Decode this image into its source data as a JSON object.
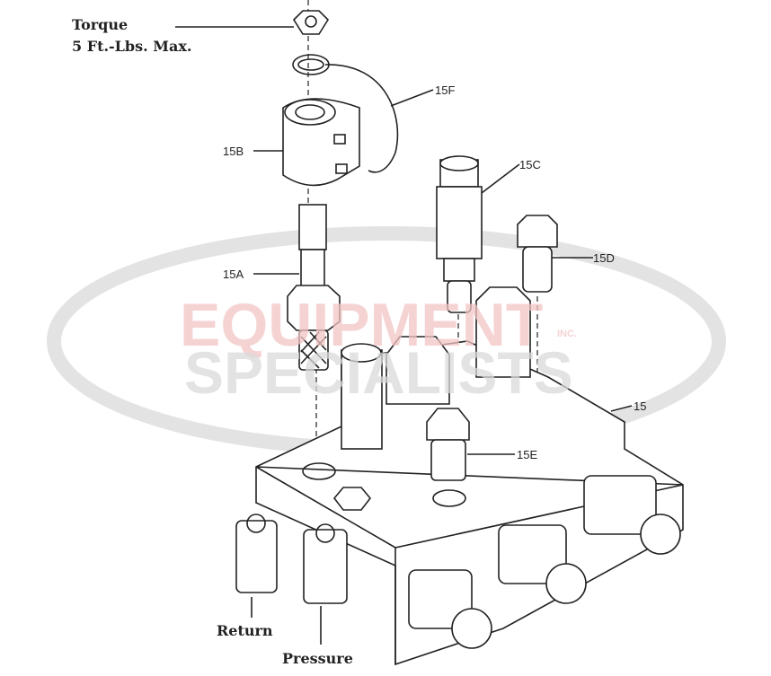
{
  "watermark": {
    "line1": "EQUIPMENT",
    "inc": "INC.",
    "line2": "SPECIALISTS",
    "red": "#f2c4c4",
    "gray": "#d9d9d9"
  },
  "annotations": {
    "torque_line1": "Torque",
    "torque_line2": "5 Ft.-Lbs. Max.",
    "return": "Return",
    "pressure": "Pressure"
  },
  "part_labels": {
    "p15F": "15F",
    "p15B": "15B",
    "p15C": "15C",
    "p15D": "15D",
    "p15A": "15A",
    "p15": "15",
    "p15E": "15E"
  }
}
